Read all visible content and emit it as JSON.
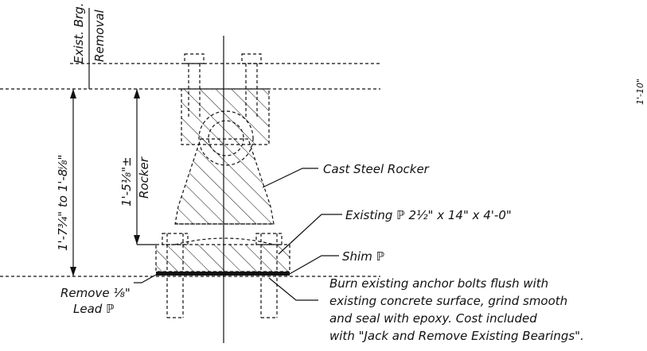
{
  "labels": {
    "exist_brg": "Exist. Brg.",
    "removal": "Removal",
    "range_dim": "1'-7³⁄₄\" to 1'-8ⁱ⁄₈\"",
    "rocker_dim": "1'-5¹⁄₈\"±",
    "rocker": "Rocker",
    "side_dim": "1'-10\"",
    "cast_steel_rocker": "Cast Steel Rocker",
    "existing_plate": "Existing ℙ 2½\" x 14\" x 4'-0\"",
    "shim_plate": "Shim ℙ",
    "remove_lead_1": "Remove ¹⁄₈\"",
    "remove_lead_2": "Lead ℙ",
    "note_1": "Burn existing anchor bolts flush with",
    "note_2": "existing concrete surface, grind smooth",
    "note_3": "and seal with epoxy.  Cost included",
    "note_4": "with \"Jack and Remove Existing Bearings\"."
  }
}
